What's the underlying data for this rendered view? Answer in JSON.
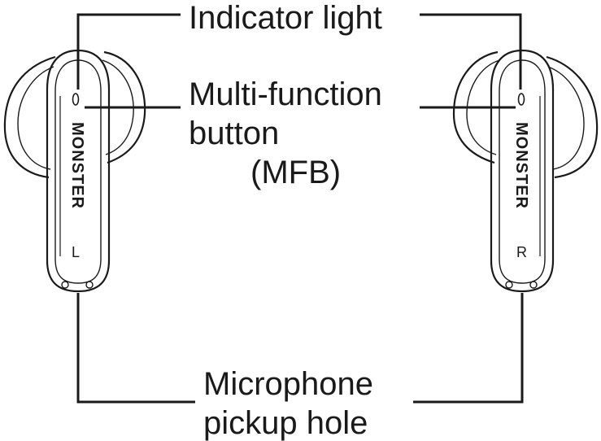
{
  "labels": {
    "indicator": "Indicator light",
    "mfb_line1": "Multi-function",
    "mfb_line2": "button",
    "mfb_line3": "(MFB)",
    "mic_line1": "Microphone",
    "mic_line2": "pickup hole"
  },
  "earbuds": {
    "left": {
      "brand": "MONSTER",
      "side": "L"
    },
    "right": {
      "brand": "MONSTER",
      "side": "R"
    }
  },
  "colors": {
    "line": "#1a1a1a",
    "background": "#ffffff"
  }
}
